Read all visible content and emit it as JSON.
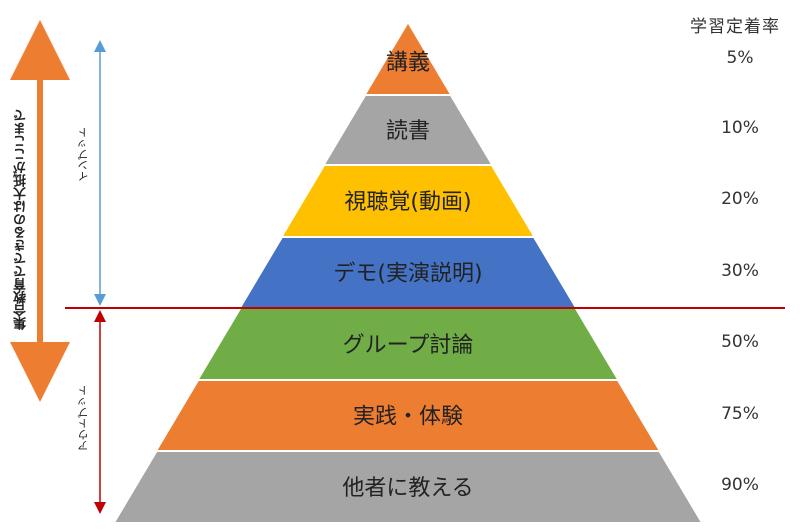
{
  "header": {
    "rate_title": "学習定着率"
  },
  "levels": [
    {
      "label": "講義",
      "rate": "5%",
      "color": "#ED7D31"
    },
    {
      "label": "読書",
      "rate": "10%",
      "color": "#A5A5A5"
    },
    {
      "label": "視聴覚(動画)",
      "rate": "20%",
      "color": "#FFC000"
    },
    {
      "label": "デモ(実演説明)",
      "rate": "30%",
      "color": "#4472C4"
    },
    {
      "label": "グループ討論",
      "rate": "50%",
      "color": "#70AD47"
    },
    {
      "label": "実践・体験",
      "rate": "75%",
      "color": "#ED7D31"
    },
    {
      "label": "他者に教える",
      "rate": "90%",
      "color": "#A5A5A5"
    }
  ],
  "side_labels": {
    "group_education": "集合教育でできるのは大抵がここまで",
    "input": "インプット",
    "output": "アウトプット"
  },
  "colors": {
    "orange_arrow": "#ED7D31",
    "blue_arrow": "#5B9BD5",
    "red_arrow": "#C00000",
    "divider": "#C00000"
  }
}
